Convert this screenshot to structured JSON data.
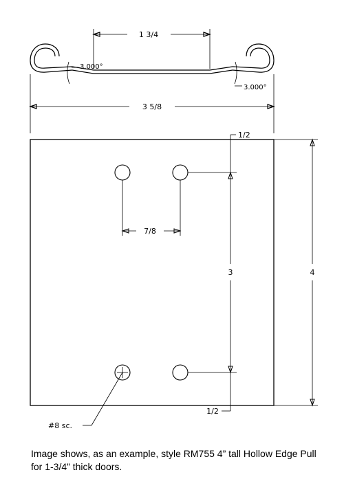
{
  "dimensions": {
    "depth": "1 3/4",
    "width": "3 5/8",
    "angle_left": "3.000°",
    "angle_right": "3.000°",
    "edge_top": "1/2",
    "edge_bottom": "1/2",
    "hole_spacing_h": "7/8",
    "hole_spacing_v": "3",
    "height": "4",
    "screw": "#8 sc."
  },
  "caption": "Image shows, as an example, style RM755 4” tall Hollow Edge Pull for 1-3/4” thick doors."
}
